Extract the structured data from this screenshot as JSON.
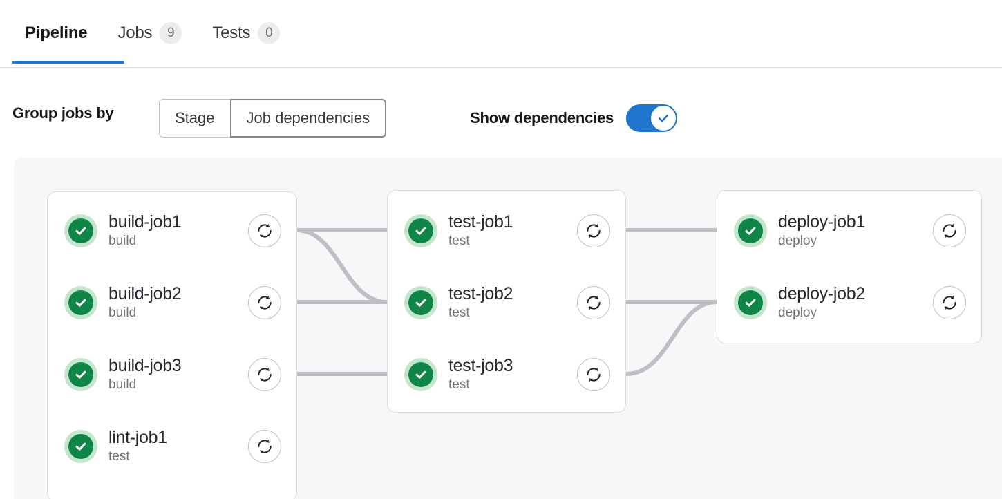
{
  "tabs": [
    {
      "label": "Pipeline",
      "badge": null,
      "active": true
    },
    {
      "label": "Jobs",
      "badge": "9",
      "active": false
    },
    {
      "label": "Tests",
      "badge": "0",
      "active": false
    }
  ],
  "controls": {
    "group_jobs_by_label": "Group jobs by",
    "options": [
      {
        "label": "Stage",
        "selected": false
      },
      {
        "label": "Job dependencies",
        "selected": true
      }
    ],
    "show_dependencies_label": "Show dependencies",
    "show_dependencies_on": true
  },
  "colors": {
    "accent": "#1f75cb",
    "success": "#108548",
    "success_ring": "#c3e6cd",
    "canvas_bg": "#f7f7fa",
    "border": "#dcdcde",
    "edge": "#bfbfc3",
    "muted_text": "#737278"
  },
  "icons": {
    "status": "check-circle-icon",
    "retry": "retry-icon",
    "toggle_check": "check-icon"
  },
  "groups": [
    {
      "id": "build",
      "jobs": [
        {
          "name": "build-job1",
          "stage": "build",
          "status": "success"
        },
        {
          "name": "build-job2",
          "stage": "build",
          "status": "success"
        },
        {
          "name": "build-job3",
          "stage": "build",
          "status": "success"
        },
        {
          "name": "lint-job1",
          "stage": "test",
          "status": "success"
        }
      ]
    },
    {
      "id": "test",
      "jobs": [
        {
          "name": "test-job1",
          "stage": "test",
          "status": "success"
        },
        {
          "name": "test-job2",
          "stage": "test",
          "status": "success"
        },
        {
          "name": "test-job3",
          "stage": "test",
          "status": "success"
        }
      ]
    },
    {
      "id": "deploy",
      "jobs": [
        {
          "name": "deploy-job1",
          "stage": "deploy",
          "status": "success"
        },
        {
          "name": "deploy-job2",
          "stage": "deploy",
          "status": "success"
        }
      ]
    }
  ]
}
